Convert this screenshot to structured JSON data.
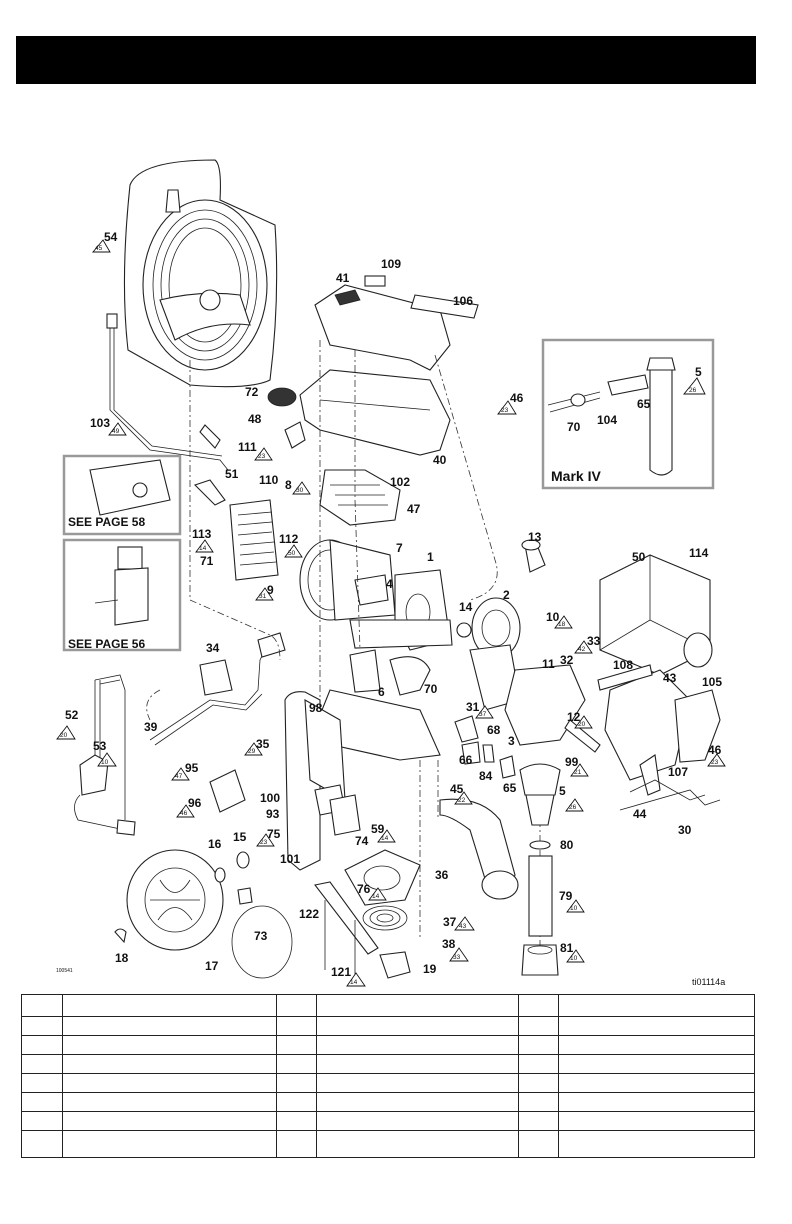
{
  "labels": {
    "p109": "109",
    "p41": "41",
    "p106": "106",
    "p54": "54",
    "p54n": "45",
    "p72": "72",
    "p46a": "46",
    "p46an": "23",
    "p48": "48",
    "p103": "103",
    "p103n": "49",
    "p111": "111",
    "p111n": "23",
    "p40": "40",
    "p51": "51",
    "p110": "110",
    "p8": "8",
    "p8n": "30",
    "p102": "102",
    "p47": "47",
    "p113": "113",
    "p113n": "14",
    "p71": "71",
    "p112": "112",
    "p112n": "50",
    "p7": "7",
    "p1": "1",
    "p13": "13",
    "p50": "50",
    "p114": "114",
    "p9": "9",
    "p9n": "31",
    "p4": "4",
    "p2": "2",
    "p14a": "14",
    "p10": "10",
    "p10n": "18",
    "p33": "33",
    "p33n": "42",
    "p32": "32",
    "p11": "11",
    "p108": "108",
    "p43": "43",
    "p105": "105",
    "p34": "34",
    "p6": "6",
    "p70a": "70",
    "p31": "31",
    "p31n": "37",
    "p12": "12",
    "p12n": "20",
    "p52": "52",
    "p52n": "20",
    "p39": "39",
    "p98": "98",
    "p68": "68",
    "p3": "3",
    "p46b": "46",
    "p46bn": "23",
    "p53": "53",
    "p53n": "10",
    "p35": "35",
    "p35n": "29",
    "p66": "66",
    "p84": "84",
    "p99": "99",
    "p99n": "21",
    "p107": "107",
    "p95": "95",
    "p95n": "47",
    "p45": "45",
    "p45n": "22",
    "p65a": "65",
    "p5a": "5",
    "p5an": "26",
    "p44": "44",
    "p96": "96",
    "p96n": "46",
    "p100": "100",
    "p93": "93",
    "p30": "30",
    "p59": "59",
    "p59n": "14",
    "p75": "75",
    "p75n": "23",
    "p74": "74",
    "p80": "80",
    "p15": "15",
    "p16": "16",
    "p101": "101",
    "p36": "36",
    "p76": "76",
    "p76n": "14",
    "p79": "79",
    "p79n": "10",
    "p122": "122",
    "p37": "37",
    "p37n": "43",
    "p73": "73",
    "p38": "38",
    "p38n": "33",
    "p81": "81",
    "p81n": "10",
    "p18": "18",
    "p17": "17",
    "p121": "121",
    "p121n": "14",
    "p19": "19"
  },
  "insets": {
    "mark_iv": {
      "title": "Mark IV",
      "p5": "5",
      "p5n": "26",
      "p65": "65",
      "p70": "70",
      "p104": "104"
    },
    "page58": "SEE PAGE 58",
    "page56": "SEE PAGE 56"
  },
  "corner_codes": {
    "left": "100541",
    "right": "ti01114a"
  },
  "parts_table": {
    "rows": 8,
    "columns": 6
  }
}
